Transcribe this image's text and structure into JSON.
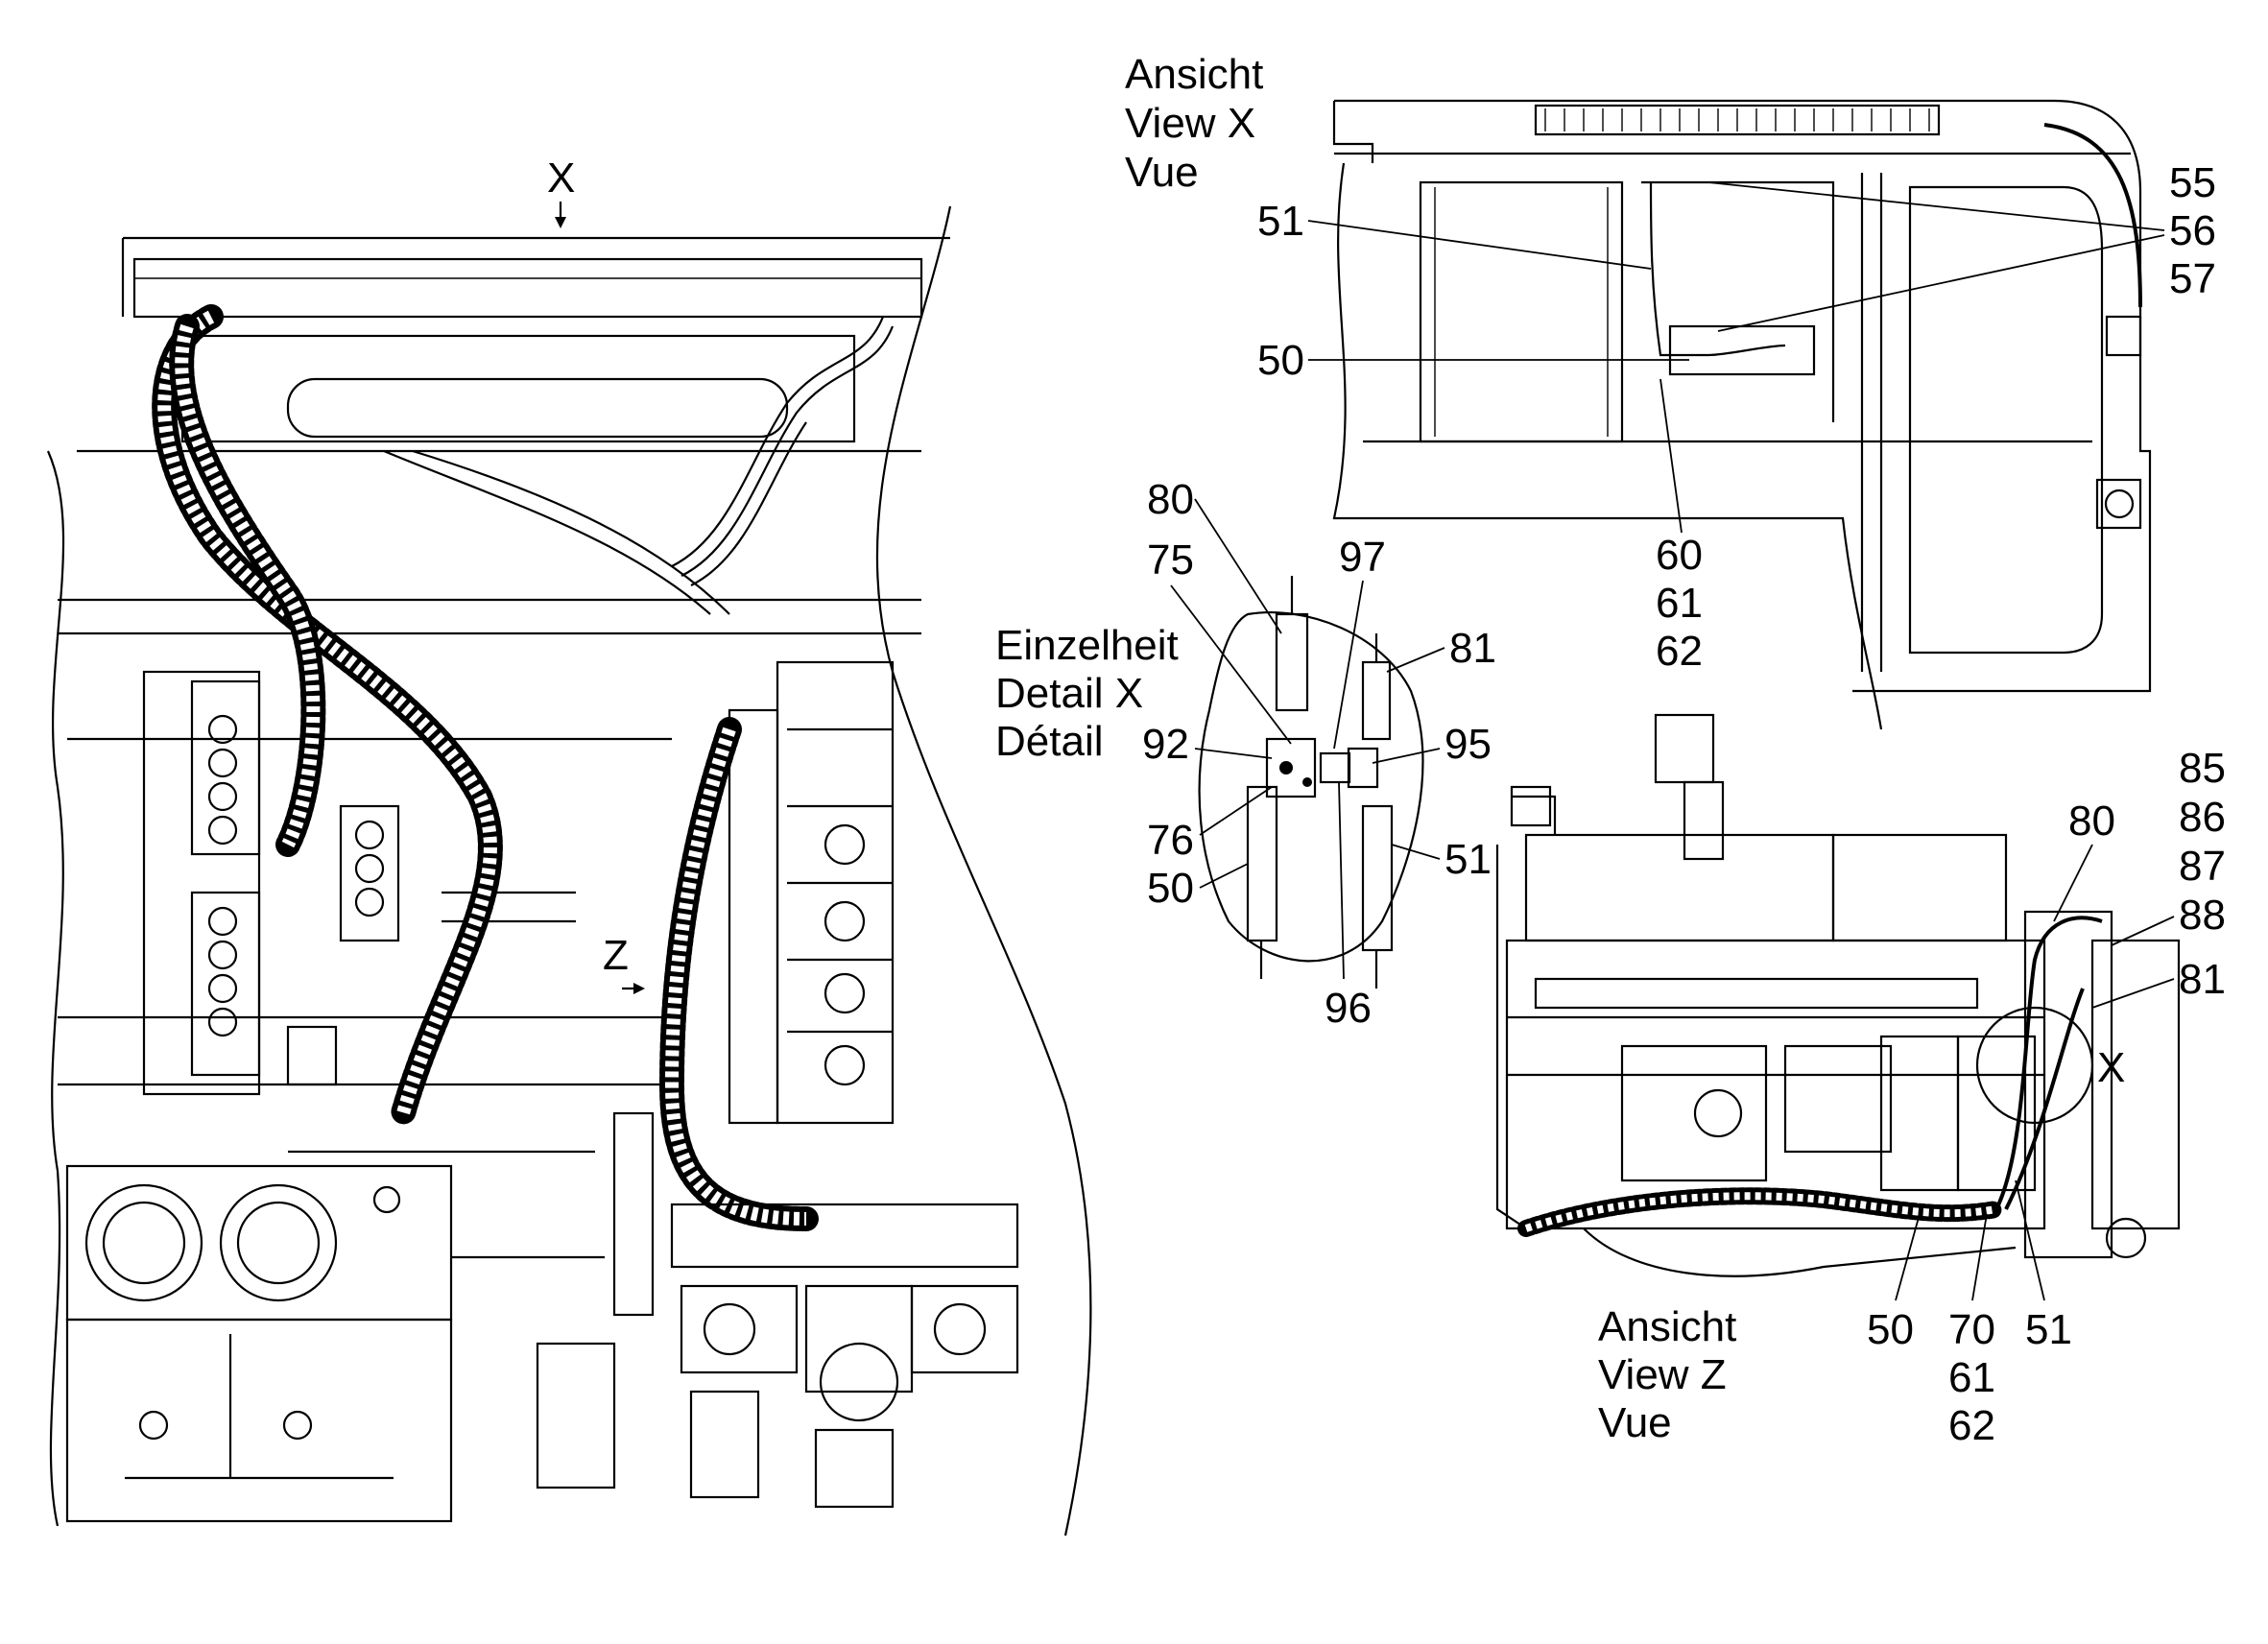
{
  "main_view": {
    "marker_x": "X",
    "marker_z": "Z"
  },
  "view_x": {
    "title_lines": [
      "Ansicht",
      "View  X",
      "Vue"
    ],
    "callouts": {
      "c51": "51",
      "c50": "50",
      "c55": "55",
      "c56": "56",
      "c57": "57",
      "c60": "60",
      "c61": "61",
      "c62": "62"
    }
  },
  "detail_x": {
    "title_lines": [
      "Einzelheit",
      "Detail  X",
      "Détail"
    ],
    "callouts": {
      "c80": "80",
      "c75": "75",
      "c97": "97",
      "c81": "81",
      "c92": "92",
      "c95": "95",
      "c76": "76",
      "c50": "50",
      "c51": "51",
      "c96": "96"
    }
  },
  "view_z": {
    "title_lines": [
      "Ansicht",
      "View  Z",
      "Vue"
    ],
    "marker_x": "X",
    "callouts": {
      "c80": "80",
      "c85": "85",
      "c86": "86",
      "c87": "87",
      "c88": "88",
      "c81": "81",
      "c50": "50",
      "c70": "70",
      "c61": "61",
      "c62": "62",
      "c51": "51"
    }
  }
}
